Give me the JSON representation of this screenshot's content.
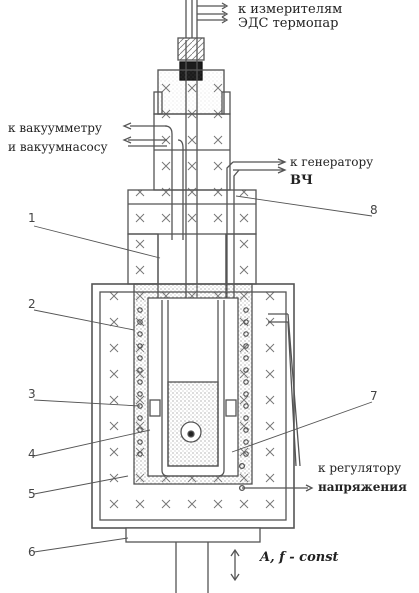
{
  "labels": {
    "emf_line1": "к  измерителям",
    "emf_line2": "ЭДС термопар",
    "vac_line1": "к вакуумметру",
    "vac_line2": "и вакуумнасосу",
    "gen_line1": "к генератору",
    "gen_line2": "ВЧ",
    "reg_line1": "к  регулятору",
    "reg_line2": "напряжения",
    "const": "A, f - const"
  },
  "numbers": [
    "1",
    "2",
    "3",
    "4",
    "5",
    "6",
    "7",
    "8"
  ],
  "colors": {
    "ink": "#555555",
    "hatch": "#6a6a6a",
    "paper": "#ffffff"
  }
}
